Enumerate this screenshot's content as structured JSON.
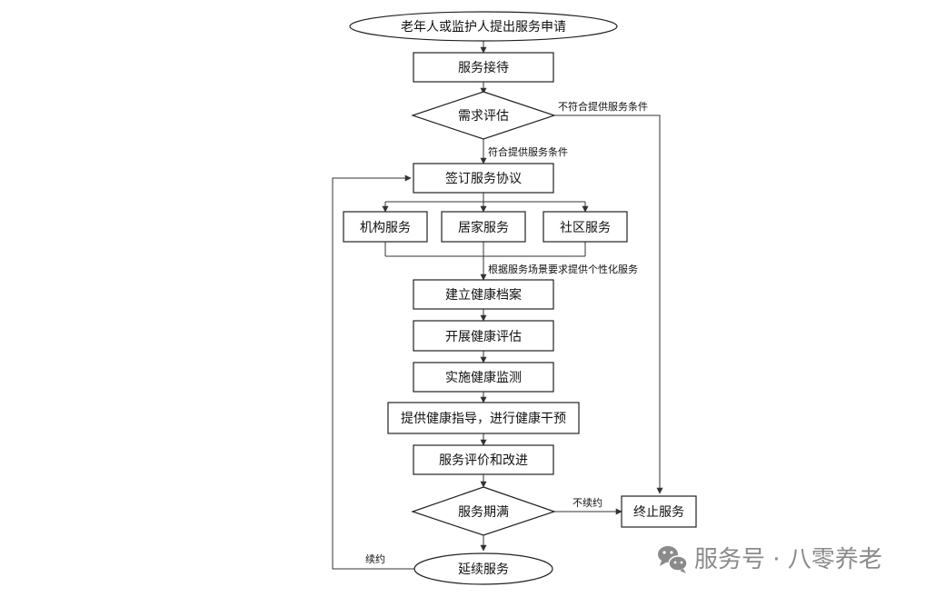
{
  "flowchart": {
    "nodes": {
      "apply": "老年人或监护人提出服务申请",
      "reception": "服务接待",
      "assess": "需求评估",
      "agreement": "签订服务协议",
      "institution": "机构服务",
      "home": "居家服务",
      "community": "社区服务",
      "archive": "建立健康档案",
      "health_assess": "开展健康评估",
      "monitor": "实施健康监测",
      "guidance": "提供健康指导，进行健康干预",
      "evaluate": "服务评价和改进",
      "expire": "服务期满",
      "terminate": "终止服务",
      "renew": "延续服务"
    },
    "edge_labels": {
      "not_eligible": "不符合提供服务条件",
      "eligible": "符合提供服务条件",
      "personalized": "根据服务场景要求提供个性化服务",
      "no_renew": "不续约",
      "renew": "续约"
    }
  },
  "watermark": {
    "icon": "wechat-icon",
    "text": "服务号 · 八零养老",
    "color": "#8a8a8a"
  }
}
